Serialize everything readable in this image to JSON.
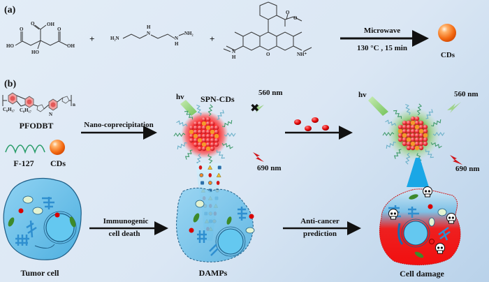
{
  "panels": {
    "a": {
      "label": "(a)"
    },
    "b": {
      "label": "(b)"
    }
  },
  "reaction": {
    "plus": "+",
    "reactant1": {
      "name": "citric acid",
      "atoms": {
        "ho_left": "HO",
        "ho_mid": "HO",
        "oh_right": "OH",
        "oh_top": "OH",
        "o1": "O",
        "o2": "O",
        "o3": "O"
      }
    },
    "reactant2": {
      "name": "diethylenetriamine",
      "atoms": {
        "h2n": "H₂N",
        "nh": "H",
        "n": "N",
        "nh2": "NH₂"
      }
    },
    "reactant3": {
      "name": "rhodamine 6G",
      "atoms": {
        "o_ring": "O",
        "o_carbonyl": "O",
        "o_ester": "O",
        "nh_left": "N",
        "h_left": "H",
        "nh_plus": "NH⁺"
      }
    },
    "arrow_top_label": "Microwave",
    "arrow_bottom_label": "130 °C , 15 min",
    "product_label": "CDs"
  },
  "materials": {
    "polymer_label": "PFODBT",
    "polymer_substituent1": "C₈H₁₇",
    "polymer_substituent2": "C₈H₁₇",
    "polymer_n": "n",
    "surfactant_label": "F-127",
    "cds_label": "CDs"
  },
  "process": {
    "step1_label": "Nano-coprecipitation",
    "spn_label": "SPN-CDs",
    "hv_label": "hv",
    "emission_green": "560 nm",
    "emission_red": "690 nm",
    "hv_label_2": "hv",
    "emission_green_2": "560 nm",
    "emission_red_2": "690 nm"
  },
  "cells": {
    "tumor_label": "Tumor cell",
    "arrow1_line1": "Immunogenic",
    "arrow1_line2": "cell death",
    "damps_label": "DAMPs",
    "arrow2_line1": "Anti-cancer",
    "arrow2_line2": "prediction",
    "damage_label": "Cell damage"
  },
  "colors": {
    "cell_blue": "#5cb8e6",
    "nucleus_blue": "#64c8f0",
    "organelle_blue": "#2f8fd0",
    "damage_red": "#ee1111",
    "cd_orange": "#f57c20",
    "green_emission": "#8fd07a",
    "red_emission": "#d0151a",
    "beam_blue": "#1aa7e6"
  }
}
